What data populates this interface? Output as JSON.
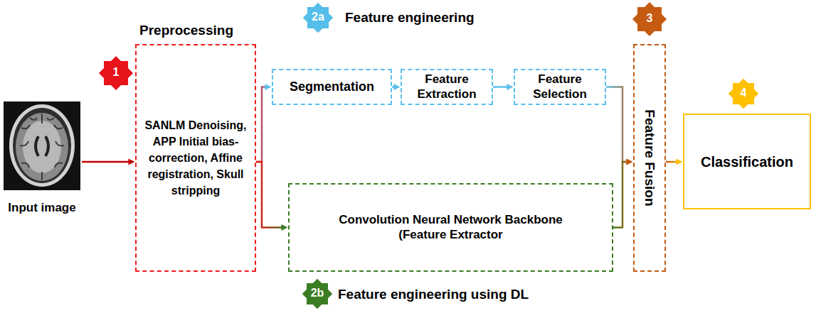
{
  "diagram": {
    "nodes": [
      {
        "text": [
          "Input image"
        ]
      },
      {
        "text": [
          "Preprocessing",
          "SANLM Denoising, APP Initial bias-correction, Affine registration, Skull stripping"
        ]
      },
      {
        "text": [
          "Segmentation"
        ]
      },
      {
        "text": [
          "Feature Extraction"
        ]
      },
      {
        "text": [
          "Feature Selection"
        ]
      },
      {
        "text": [
          "Convolution Neural Network Backbone (Feature Extractor"
        ]
      },
      {
        "text": [
          "Feature Fusion"
        ]
      },
      {
        "text": [
          "Classification"
        ]
      }
    ],
    "edges": [
      {
        "from": 0,
        "to": 1,
        "arrow": "to"
      },
      {
        "from": 1,
        "to": 2,
        "arrow": "to"
      },
      {
        "from": 1,
        "to": 5,
        "arrow": "to"
      },
      {
        "from": 2,
        "to": 3,
        "arrow": "to"
      },
      {
        "from": 3,
        "to": 4,
        "arrow": "to"
      },
      {
        "from": 4,
        "to": 6,
        "arrow": "to"
      },
      {
        "from": 5,
        "to": 6,
        "arrow": "to"
      },
      {
        "from": 6,
        "to": 7,
        "arrow": "to"
      }
    ],
    "labels": [
      "1",
      "2a",
      "Feature engineering",
      "3",
      "4",
      "2b",
      "Feature engineering using DL"
    ]
  }
}
